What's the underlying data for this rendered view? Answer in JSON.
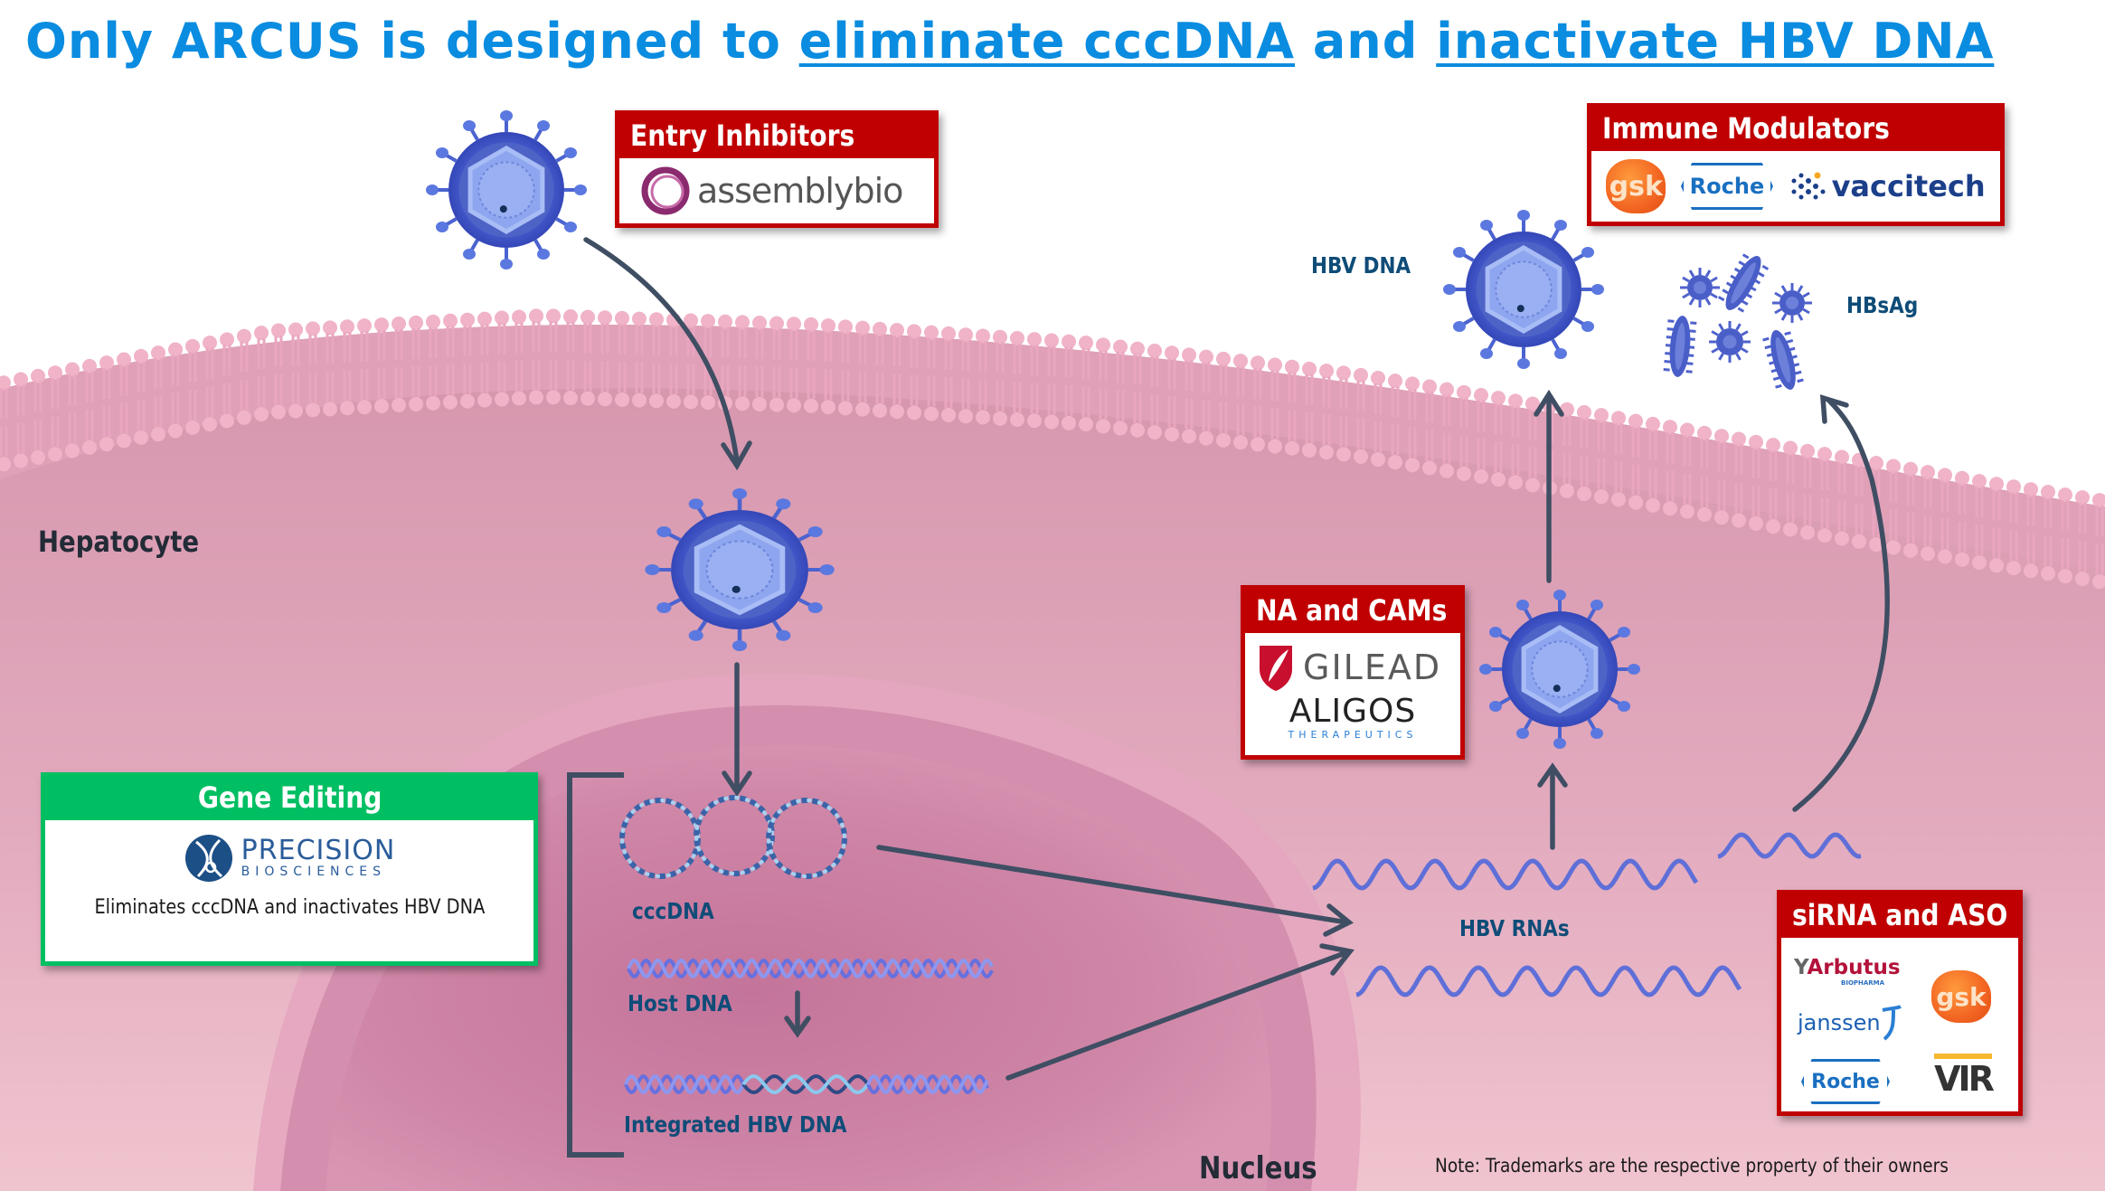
{
  "title": {
    "prefix": "Only ARCUS is designed to ",
    "link1": "eliminate cccDNA",
    "middle": " and ",
    "link2": "inactivate HBV DNA"
  },
  "labels": {
    "hepatocyte": "Hepatocyte",
    "nucleus": "Nucleus",
    "hbv_dna": "HBV DNA",
    "hbsag": "HBsAg",
    "cccdna": "cccDNA",
    "host_dna": "Host DNA",
    "integrated_hbv_dna": "Integrated HBV DNA",
    "hbv_rnas": "HBV RNAs"
  },
  "boxes": {
    "entry_inhibitors": {
      "header": "Entry Inhibitors",
      "logos": [
        "assemblybio"
      ]
    },
    "immune_modulators": {
      "header": "Immune Modulators",
      "logos": [
        "gsk",
        "Roche",
        "vaccitech"
      ]
    },
    "na_and_cams": {
      "header": "NA and CAMs",
      "logos": [
        "GILEAD",
        "ALIGOS",
        "THERAPEUTICS"
      ]
    },
    "gene_editing": {
      "header": "Gene Editing",
      "logo_main": "PRECISION",
      "logo_sub": "BIOSCIENCES",
      "description": "Eliminates cccDNA and inactivates HBV DNA"
    },
    "sirna_and_aso": {
      "header": "siRNA and ASO",
      "logos": {
        "arbutus": "Arbutus",
        "arbutus_sub": "BIOPHARMA",
        "gsk": "gsk",
        "janssen": "janssen",
        "roche": "Roche",
        "vir": "VIR"
      }
    }
  },
  "note": "Note: Trademarks are the respective property of their owners",
  "colors": {
    "title": "#0a8ce0",
    "red_box": "#c00000",
    "green_box": "#00bf63",
    "label": "#0f4c78",
    "arrow": "#3f4e63",
    "virus_outer": "#3f55c8",
    "virus_inner": "#8aa4ee",
    "membrane": "#e9a8bf",
    "cytoplasm": "#d796ad",
    "nucleus": "#c97a9e"
  }
}
